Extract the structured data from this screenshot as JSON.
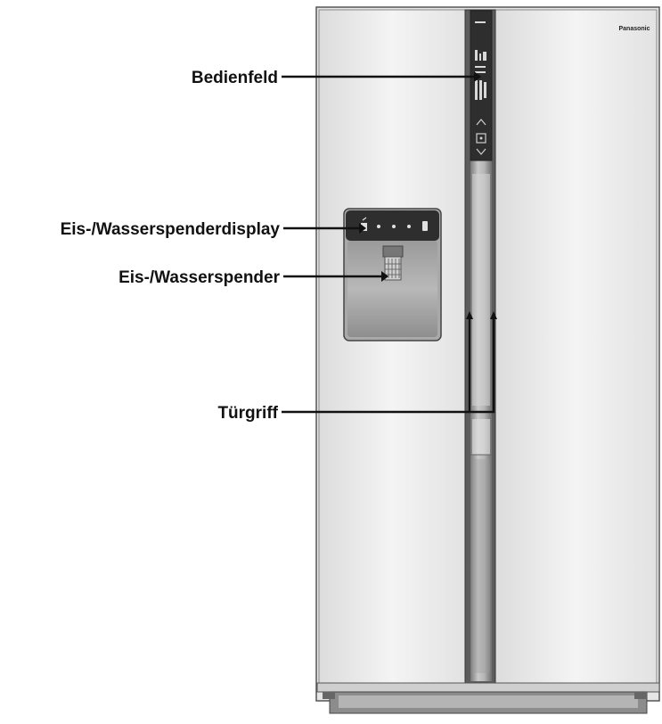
{
  "labels": {
    "control_panel": "Bedienfeld",
    "dispenser_display": "Eis-/Wasserspenderdisplay",
    "dispenser": "Eis-/Wasserspender",
    "door_handle": "Türgriff"
  },
  "brand": "Panasonic",
  "colors": {
    "line": "#111111",
    "fridge_body": "#e9e9e9",
    "handle_metal": "#a8a8a8",
    "panel_dark": "#2e2e2e"
  }
}
